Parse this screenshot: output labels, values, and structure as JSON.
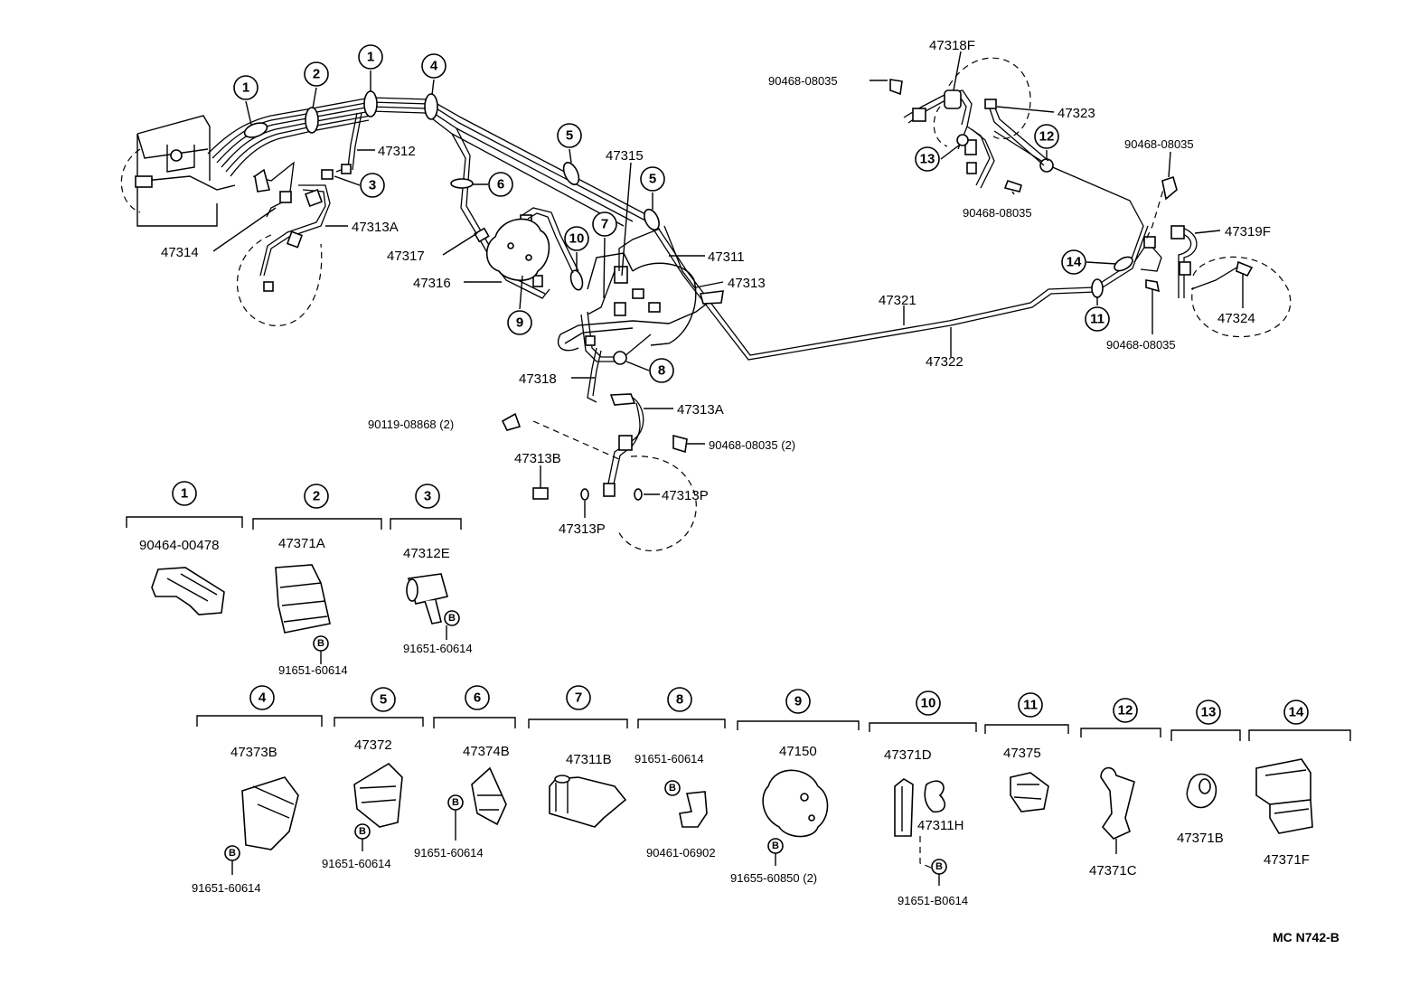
{
  "callouts": {
    "c1": "1",
    "c2": "2",
    "c3": "3",
    "c4": "4",
    "c5": "5",
    "c6": "6",
    "c7": "7",
    "c8": "8",
    "c9": "9",
    "c10": "10",
    "c11": "11",
    "c12": "12",
    "c13": "13",
    "c14": "14"
  },
  "labels": {
    "l47312": "47312",
    "l47313A_top": "47313A",
    "l47314": "47314",
    "l47315": "47315",
    "l47317": "47317",
    "l47316": "47316",
    "l47311": "47311",
    "l47313": "47313",
    "l47318": "47318",
    "l47313A_mid": "47313A",
    "l90119": "90119-08868 (2)",
    "l90468_2": "90468-08035 (2)",
    "l47313B": "47313B",
    "l47313P_r": "47313P",
    "l47313P_b": "47313P",
    "l47318F": "47318F",
    "l90468_tl": "90468-08035",
    "l47323": "47323",
    "l90468_c": "90468-08035",
    "l90468_tr": "90468-08035",
    "l47319F": "47319F",
    "l47321": "47321",
    "l47322": "47322",
    "l47324": "47324",
    "l90468_br": "90468-08035"
  },
  "details": {
    "d1": {
      "num": "1",
      "part": "90464-00478"
    },
    "d2": {
      "num": "2",
      "part": "47371A",
      "bolt": "91651-60614"
    },
    "d3": {
      "num": "3",
      "part": "47312E",
      "bolt": "91651-60614"
    },
    "d4": {
      "num": "4",
      "part": "47373B",
      "bolt": "91651-60614"
    },
    "d5": {
      "num": "5",
      "part": "47372",
      "bolt": "91651-60614"
    },
    "d6": {
      "num": "6",
      "part": "47374B",
      "bolt": "91651-60614"
    },
    "d7": {
      "num": "7",
      "part": "47311B"
    },
    "d8": {
      "num": "8",
      "part": "90461-06902",
      "bolt": "91651-60614"
    },
    "d9": {
      "num": "9",
      "part": "47150",
      "bolt": "91655-60850 (2)"
    },
    "d10": {
      "num": "10",
      "part": "47371D",
      "part2": "47311H",
      "bolt": "91651-B0614"
    },
    "d11": {
      "num": "11",
      "part": "47375"
    },
    "d12": {
      "num": "12",
      "part": "47371C"
    },
    "d13": {
      "num": "13",
      "part": "47371B"
    },
    "d14": {
      "num": "14",
      "part": "47371F"
    }
  },
  "bolt_marker": "B",
  "code": "MC  N742-B"
}
